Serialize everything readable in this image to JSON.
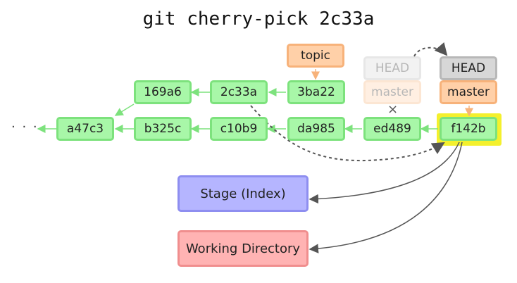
{
  "title": "git cherry-pick 2c33a",
  "ellipsis": "· · ·",
  "commits": {
    "a47c3": "a47c3",
    "b325c": "b325c",
    "c10b9": "c10b9",
    "da985": "da985",
    "ed489": "ed489",
    "f142b": "f142b",
    "169a6": "169a6",
    "2c33a": "2c33a",
    "3ba22": "3ba22"
  },
  "refs": {
    "topic": "topic",
    "old_head": "HEAD",
    "old_master": "master",
    "head": "HEAD",
    "master": "master",
    "removed_marker": "×"
  },
  "areas": {
    "stage": "Stage (Index)",
    "working_directory": "Working Directory"
  },
  "colors": {
    "commit_fill": "#a8f7a8",
    "commit_border": "#7de27d",
    "branch_fill": "#ffd0a8",
    "head_fill": "#d7d7d7",
    "stage_fill": "#b5b5ff",
    "working_fill": "#ffb3b3",
    "highlight": "#f4f02d"
  }
}
